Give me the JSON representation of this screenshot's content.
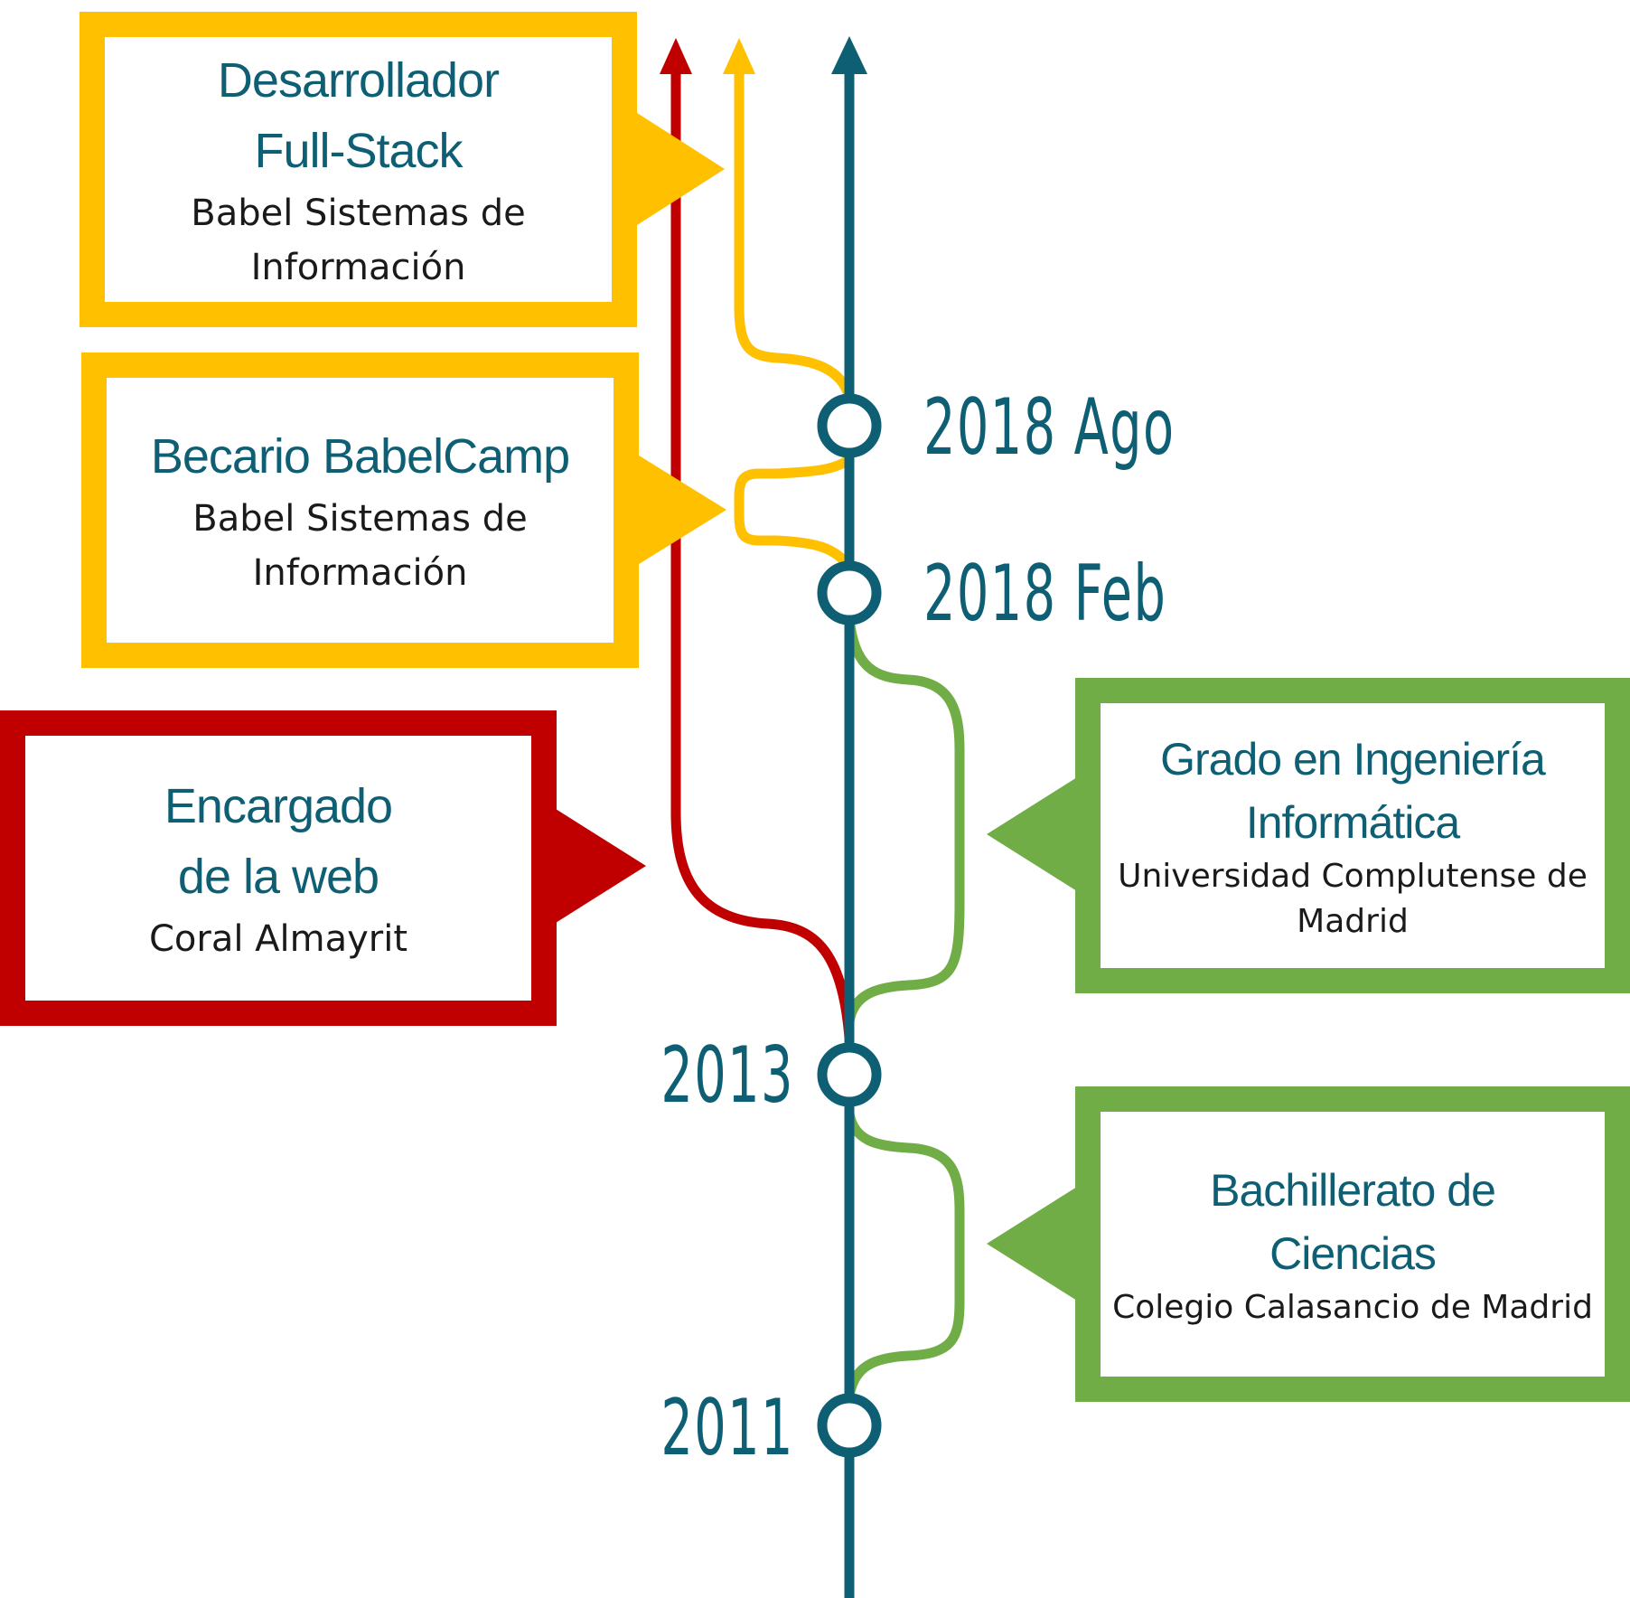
{
  "colors": {
    "axis": "#0E5F73",
    "job": "#FFC000",
    "side_job": "#C00000",
    "education": "#70AD47"
  },
  "milestones": [
    {
      "label": "2018 Ago"
    },
    {
      "label": "2018 Feb"
    },
    {
      "label": "2013"
    },
    {
      "label": "2011"
    }
  ],
  "cards": {
    "fullstack": {
      "title_line1": "Desarrollador",
      "title_line2": "Full-Stack",
      "sub_line1": "Babel Sistemas de",
      "sub_line2": "Información"
    },
    "becario": {
      "title_line1": "Becario BabelCamp",
      "sub_line1": "Babel Sistemas de",
      "sub_line2": "Información"
    },
    "web": {
      "title_line1": "Encargado",
      "title_line2": "de la web",
      "sub_line1": "Coral Almayrit"
    },
    "grado": {
      "title_line1": "Grado en Ingeniería",
      "title_line2": "Informática",
      "sub_line1": "Universidad Complutense de",
      "sub_line2": "Madrid"
    },
    "bachillerato": {
      "title_line1": "Bachillerato de",
      "title_line2": "Ciencias",
      "sub_line1": "Colegio Calasancio de Madrid"
    }
  }
}
